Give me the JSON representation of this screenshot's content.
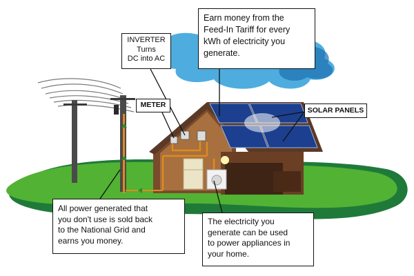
{
  "callouts": {
    "feed_in_tariff": "Earn money from the\nFeed-In Tariff for every\nkWh of electricity you\ngenerate.",
    "inverter_title": "INVERTER",
    "inverter_text": "Turns\nDC into AC",
    "meter": "METER",
    "solar_panels": "SOLAR PANELS",
    "sold_back": "All power generated that\nyou don't use is sold back\nto the National Grid and\nearns you money.",
    "use_power": "The electricity you\ngenerate can be used\nto power appliances in\nyour home."
  },
  "colors": {
    "grass": "#52b233",
    "grass_dark": "#1f7a3a",
    "sky_blob": "#2f9fd8",
    "roof": "#5a3a26",
    "house_wall": "#7a4a2c",
    "solar_panel": "#1c3f8f",
    "wiring": "#e08a1e",
    "arrow": "#2e8b2e"
  }
}
